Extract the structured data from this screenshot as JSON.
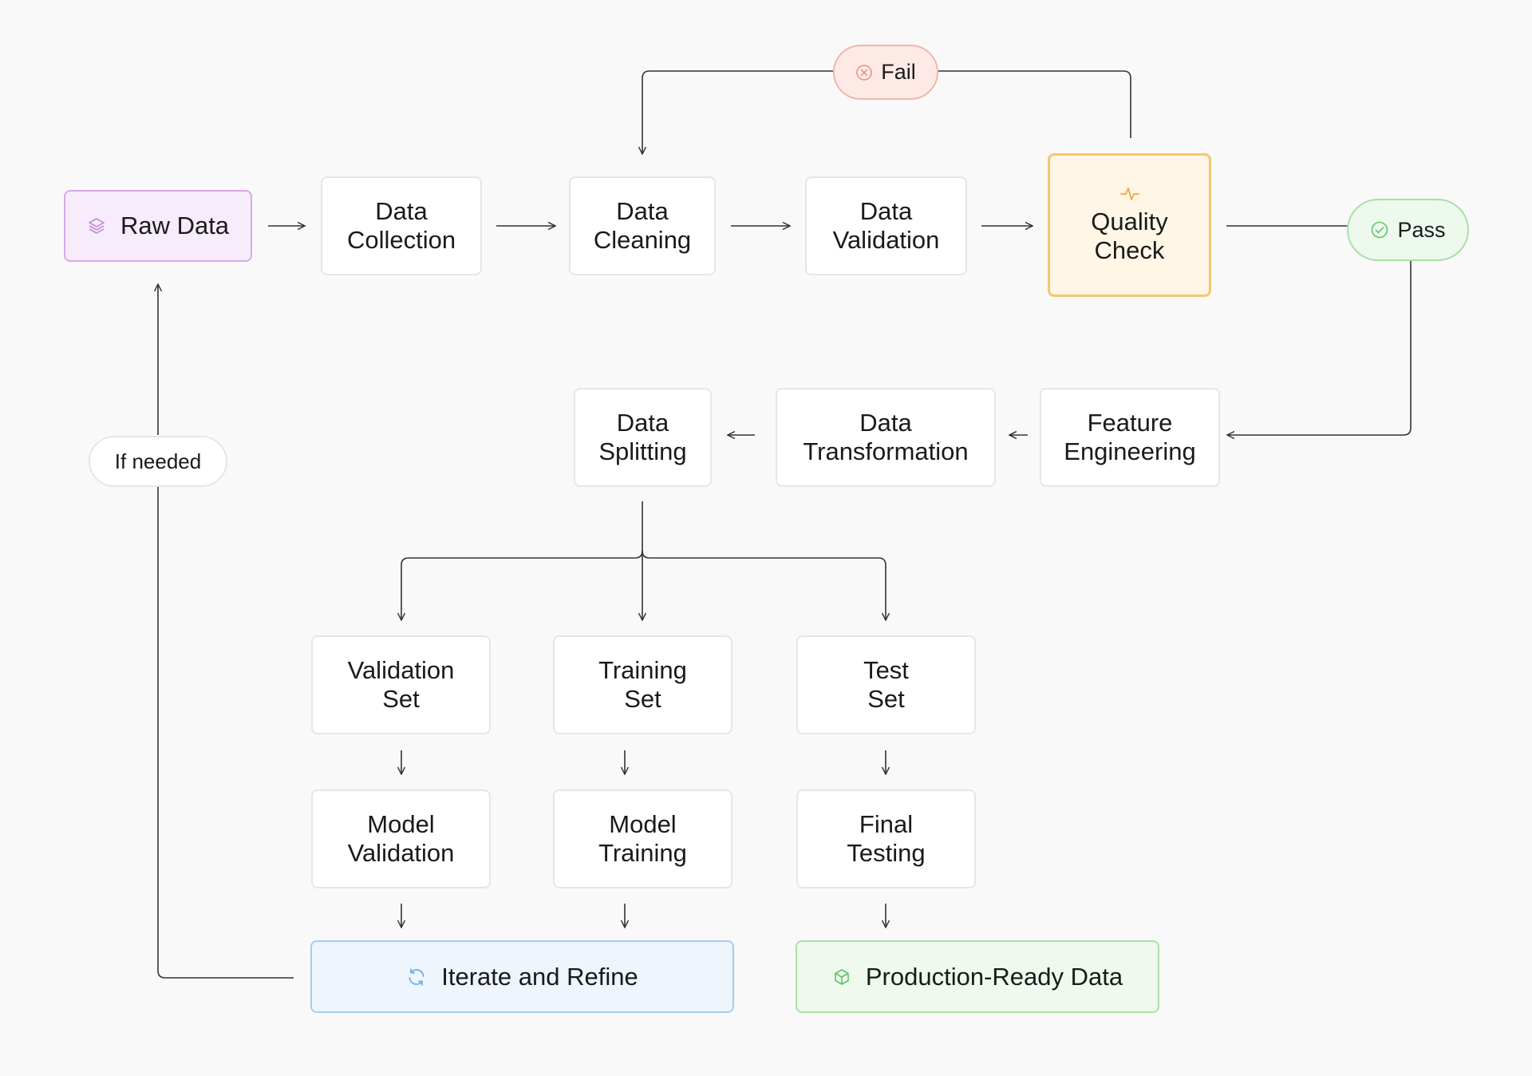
{
  "nodes": {
    "raw_data": "Raw Data",
    "data_collection": "Data\nCollection",
    "data_cleaning": "Data\nCleaning",
    "data_validation": "Data\nValidation",
    "quality_check": "Quality\nCheck",
    "feature_engineering": "Feature\nEngineering",
    "data_transformation": "Data\nTransformation",
    "data_splitting": "Data\nSplitting",
    "validation_set": "Validation\nSet",
    "training_set": "Training\nSet",
    "test_set": "Test\nSet",
    "model_validation": "Model\nValidation",
    "model_training": "Model\nTraining",
    "final_testing": "Final\nTesting",
    "iterate_and_refine": "Iterate and Refine",
    "production_ready_data": "Production-Ready Data"
  },
  "labels": {
    "fail": "Fail",
    "pass": "Pass",
    "if_needed": "If needed"
  },
  "icons": {
    "raw_data": "layers-icon",
    "quality_check": "pulse-icon",
    "fail": "x-circle-icon",
    "pass": "check-circle-icon",
    "iterate_and_refine": "refresh-icon",
    "production_ready_data": "cube-icon"
  },
  "colors": {
    "raw_data": "#d9a9e8",
    "quality_check": "#f6c66d",
    "fail": "#f3b5aa",
    "pass": "#a9dea6",
    "iterate_and_refine": "#a3cdf2",
    "production_ready_data": "#a9e0a6",
    "connector": "#333333"
  }
}
